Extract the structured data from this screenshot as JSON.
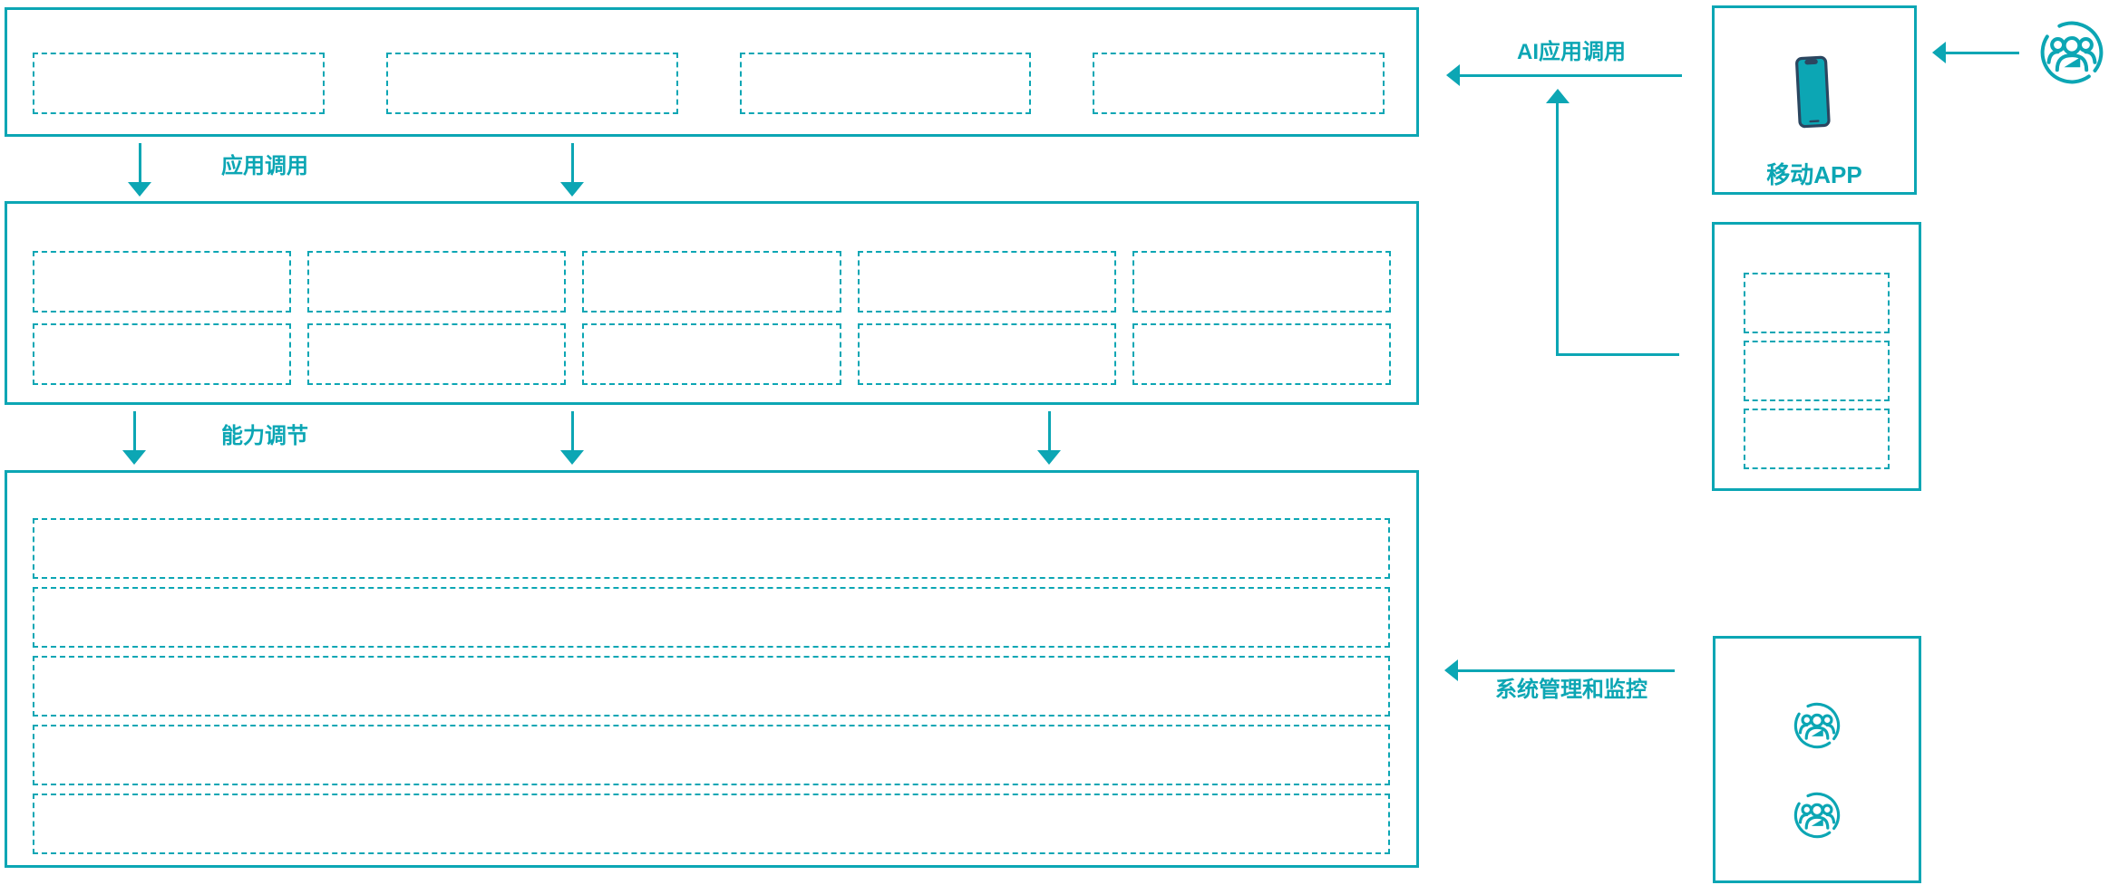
{
  "colors": {
    "teal": "#0CA6B4",
    "navy": "#2B4660"
  },
  "labels": {
    "app_call": "应用调用",
    "capability": "能力调节",
    "ai_call": "AI应用调用",
    "sys_monitor": "系统管理和监控",
    "mobile_app": "移动APP"
  },
  "icons": {
    "mobile_app_icon": "smartphone-icon",
    "end_user_icon": "users-group-icon",
    "admin_icons": "users-group-icon"
  },
  "placeholders": {
    "top_modules": 4,
    "mid_modules": 10,
    "mid_columns": 5,
    "bottom_rows": 5,
    "mini_modules": 3,
    "admin_user_icons": 2
  }
}
